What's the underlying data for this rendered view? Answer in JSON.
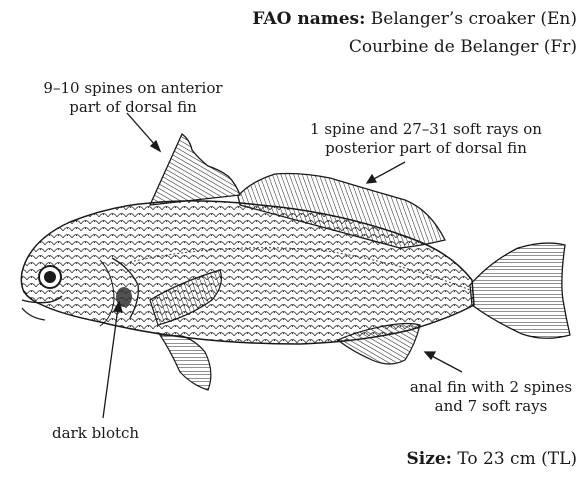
{
  "header": {
    "label": "FAO names:",
    "name_en": "Belanger’s croaker (En)",
    "name_fr": "Courbine de Belanger (Fr)"
  },
  "annotations": {
    "anterior_dorsal": [
      "9–10 spines on anterior",
      "part of dorsal fin"
    ],
    "posterior_dorsal": [
      "1 spine and 27–31 soft rays on",
      "posterior part of dorsal fin"
    ],
    "anal_fin": [
      "anal fin with 2 spines",
      "and 7 soft rays"
    ],
    "blotch": "dark blotch"
  },
  "size": {
    "label": "Size:",
    "value": "To 23 cm (TL)"
  },
  "colors": {
    "ink": "#1a1a1a",
    "background": "#ffffff"
  }
}
